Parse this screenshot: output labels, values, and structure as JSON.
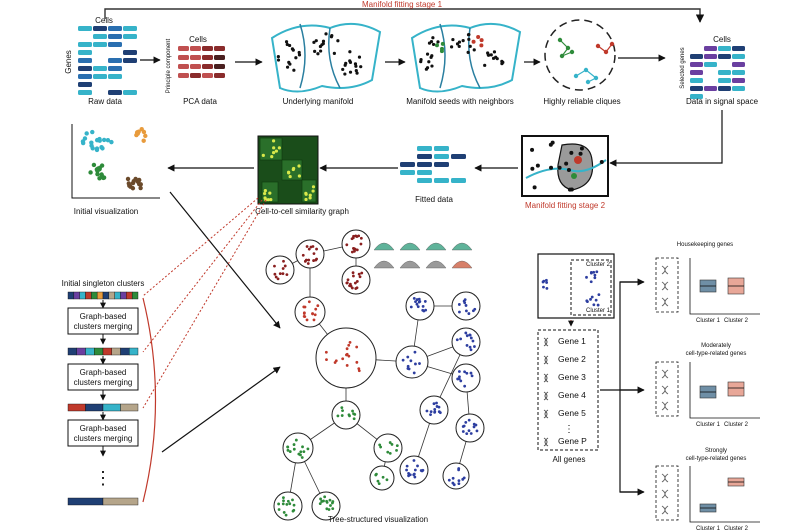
{
  "stage1_label": "Manifold fitting stage 1",
  "stage2_label": "Manifold fitting stage 2",
  "raw_data": {
    "cells": "Cells",
    "genes": "Genes",
    "caption": "Raw data"
  },
  "pca": {
    "cells": "Cells",
    "axis": "Principle component",
    "caption": "PCA data"
  },
  "manifold_caption": "Underlying manifold",
  "seeds_caption": "Manifold seeds with neighbors",
  "cliques_caption": "Highly reliable cliques",
  "signal": {
    "cells": "Cells",
    "genes": "Selected genes",
    "caption": "Data in signal space"
  },
  "initial_vis_caption": "Initial visualization",
  "similarity_caption": "Cell-to-cell similarity graph",
  "fitted_caption": "Fitted data",
  "singleton_caption": "Initial singleton clusters",
  "merge_label_1": "Graph-based",
  "merge_label_2": "clusters merging",
  "tree_caption": "Tree-structured visualization",
  "cluster_a": "Cluster 1",
  "cluster_b": "Cluster 2",
  "genes_list": [
    "Gene 1",
    "Gene 2",
    "Gene 3",
    "Gene 4",
    "Gene 5",
    "Gene P"
  ],
  "all_genes_caption": "All genes",
  "housekeeping_caption": "Housekeeping genes",
  "moderate_caption_1": "Moderately",
  "moderate_caption_2": "cell-type-related genes",
  "strong_caption_1": "Strongly",
  "strong_caption_2": "cell-type-related genes",
  "colors": {
    "teal": "#36b3c9",
    "navy": "#1f3f74",
    "red": "#c0392b",
    "green": "#2e8b3a",
    "brown": "#6b4a2b",
    "orange": "#e89b3c"
  }
}
